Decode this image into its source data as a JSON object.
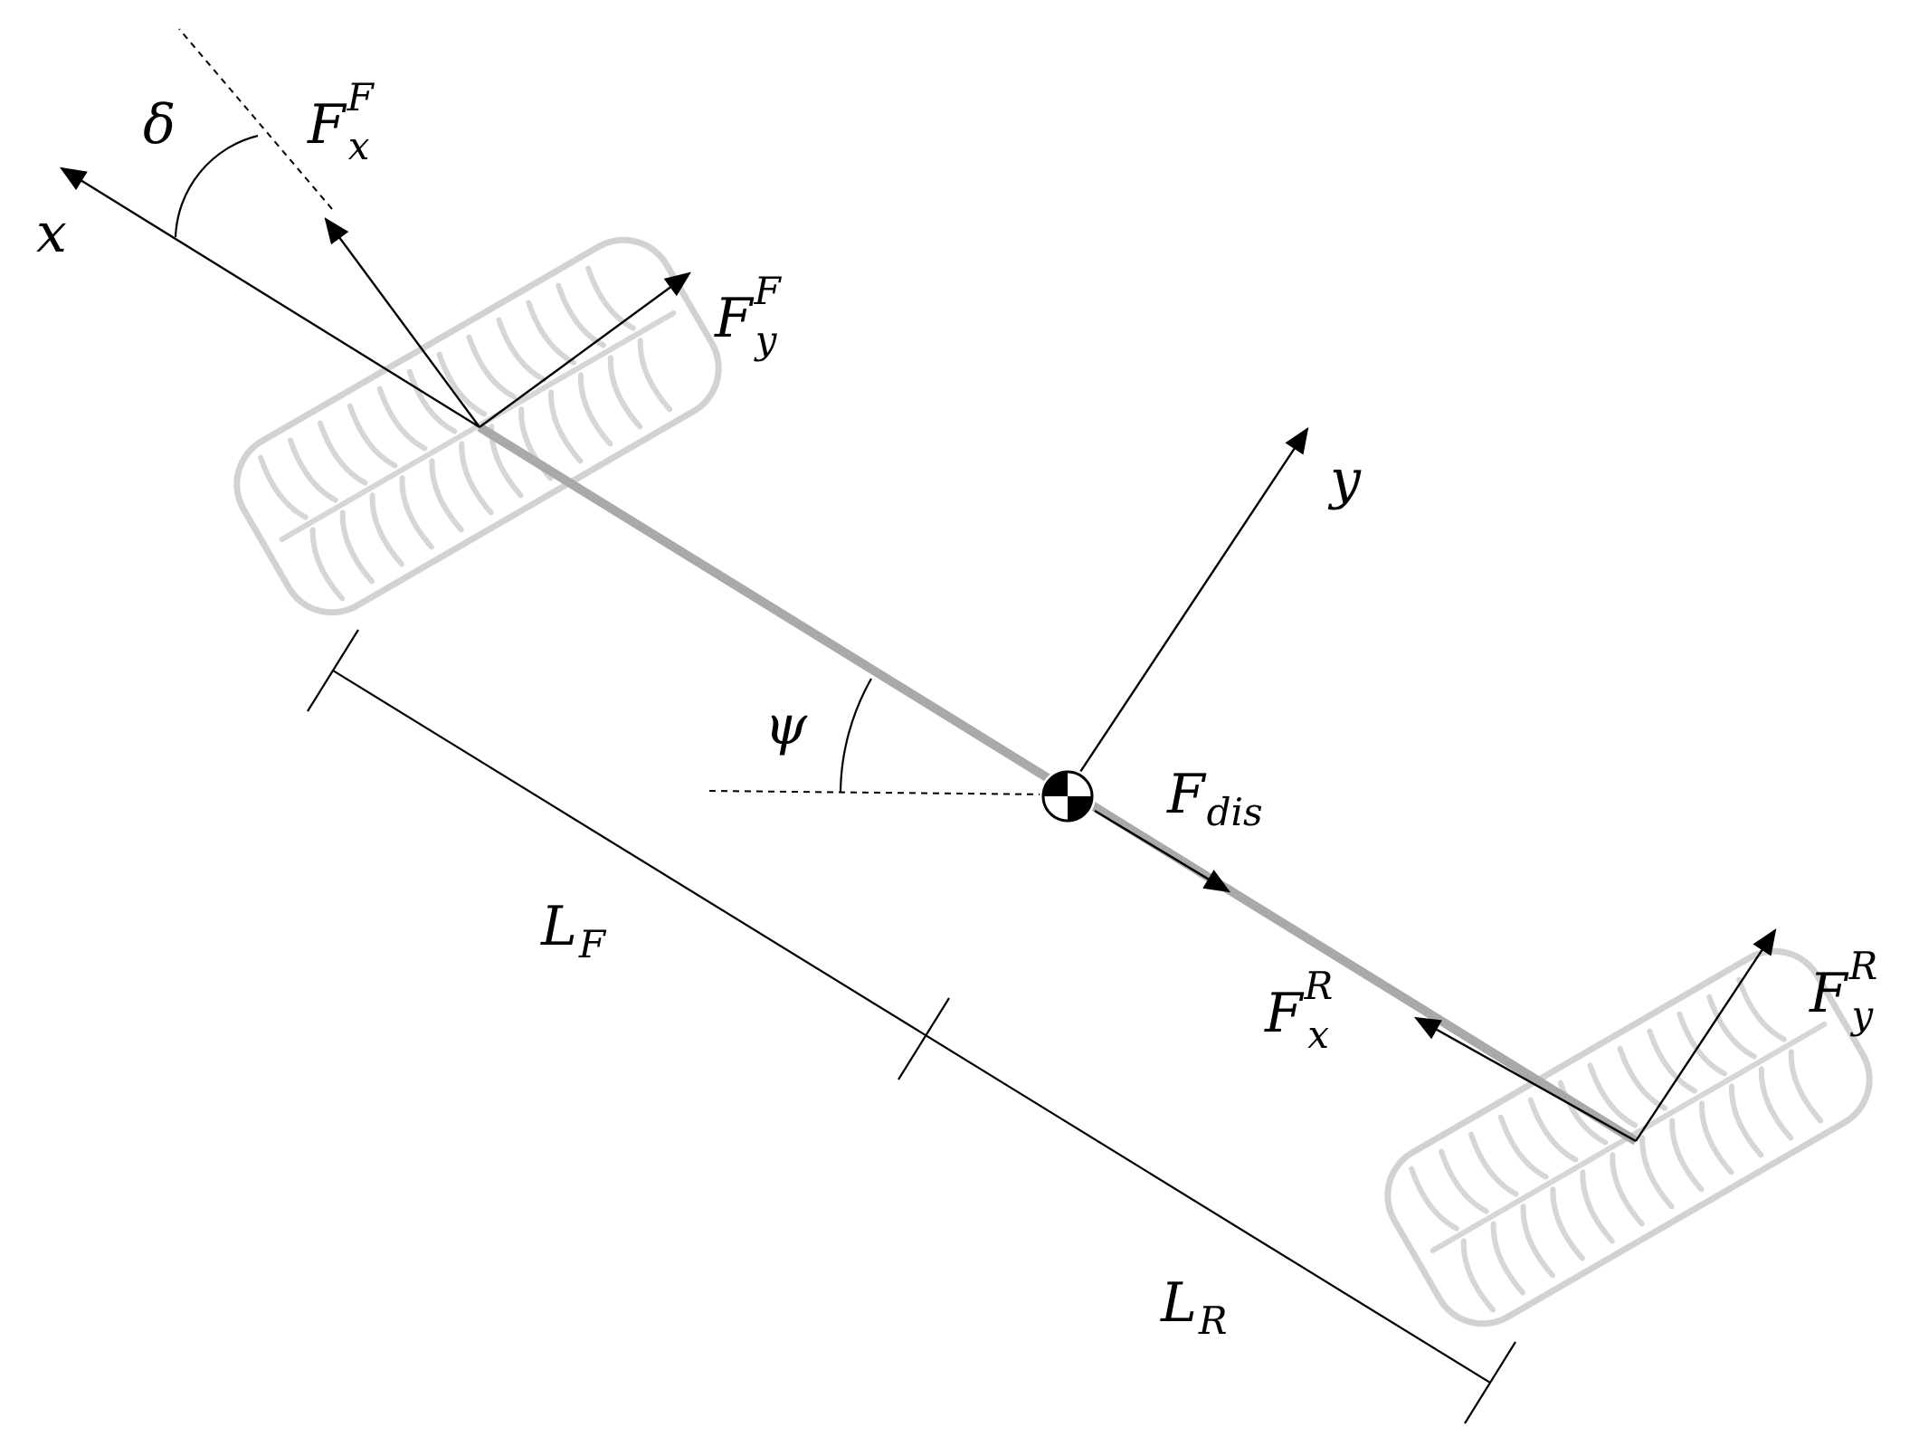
{
  "labels": {
    "x_axis": "x",
    "y_axis": "y",
    "delta": "δ",
    "psi": "ψ",
    "Fx_front": {
      "base": "F",
      "sub": "x",
      "sup": "F"
    },
    "Fy_front": {
      "base": "F",
      "sub": "y",
      "sup": "F"
    },
    "F_dis": {
      "base": "F",
      "sub": "dis"
    },
    "Fx_rear": {
      "base": "F",
      "sub": "x",
      "sup": "R"
    },
    "Fy_rear": {
      "base": "F",
      "sub": "y",
      "sup": "R"
    },
    "L_F": {
      "base": "L",
      "sub": "F"
    },
    "L_R": {
      "base": "L",
      "sub": "R"
    }
  },
  "colors": {
    "line": "#000000",
    "body_bar": "#a9a9a9",
    "tire": "#d2d2d2",
    "background": "#ffffff"
  },
  "icons": {
    "center_of_gravity": "center-of-gravity-icon"
  }
}
